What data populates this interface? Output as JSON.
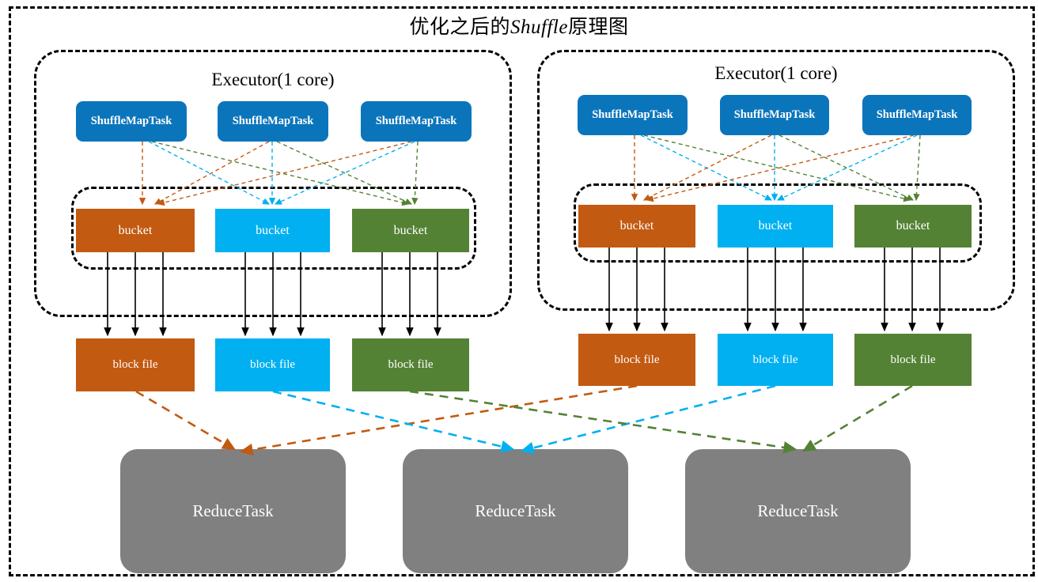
{
  "title": {
    "prefix": "优化之后的",
    "italic_word": "Shuffle",
    "suffix": "原理图",
    "full": "优化之后的Shuffle原理图"
  },
  "colors": {
    "orange": "#C25A11",
    "cyan": "#00B0F0",
    "green": "#548235",
    "blue": "#0B75BC",
    "gray": "#808080",
    "frame": "#000000",
    "arrow": "#000000"
  },
  "executors": [
    {
      "label": "Executor(1 core)",
      "map_tasks": [
        {
          "label": "ShuffleMapTask"
        },
        {
          "label": "ShuffleMapTask"
        },
        {
          "label": "ShuffleMapTask"
        }
      ],
      "buckets": [
        {
          "label": "bucket",
          "color_key": "orange"
        },
        {
          "label": "bucket",
          "color_key": "cyan"
        },
        {
          "label": "bucket",
          "color_key": "green"
        }
      ],
      "block_files": [
        {
          "label": "block file",
          "color_key": "orange"
        },
        {
          "label": "block file",
          "color_key": "cyan"
        },
        {
          "label": "block file",
          "color_key": "green"
        }
      ]
    },
    {
      "label": "Executor(1 core)",
      "map_tasks": [
        {
          "label": "ShuffleMapTask"
        },
        {
          "label": "ShuffleMapTask"
        },
        {
          "label": "ShuffleMapTask"
        }
      ],
      "buckets": [
        {
          "label": "bucket",
          "color_key": "orange"
        },
        {
          "label": "bucket",
          "color_key": "cyan"
        },
        {
          "label": "bucket",
          "color_key": "green"
        }
      ],
      "block_files": [
        {
          "label": "block file",
          "color_key": "orange"
        },
        {
          "label": "block file",
          "color_key": "cyan"
        },
        {
          "label": "block file",
          "color_key": "green"
        }
      ]
    }
  ],
  "reduce_tasks": [
    {
      "label": "ReduceTask"
    },
    {
      "label": "ReduceTask"
    },
    {
      "label": "ReduceTask"
    }
  ],
  "chart_data": {
    "type": "diagram",
    "title": "优化之后的Shuffle原理图",
    "nodes": {
      "executors": 2,
      "map_tasks_per_executor": 3,
      "buckets_per_executor": 3,
      "block_files_per_executor": 3,
      "reduce_tasks": 3
    },
    "edges": [
      {
        "from": "ShuffleMapTask",
        "to": "bucket",
        "style": "dashed",
        "note": "every map task writes to all 3 buckets, colored by partition"
      },
      {
        "from": "bucket",
        "to": "block file",
        "style": "solid-black-arrow",
        "note": "3 arrows per bucket, consolidated into one block file per partition"
      },
      {
        "from": "block file",
        "to": "ReduceTask",
        "style": "dashed",
        "note": "block file of partition i from each executor feeds ReduceTask i"
      }
    ],
    "partition_colors": [
      "#C25A11",
      "#00B0F0",
      "#548235"
    ]
  }
}
